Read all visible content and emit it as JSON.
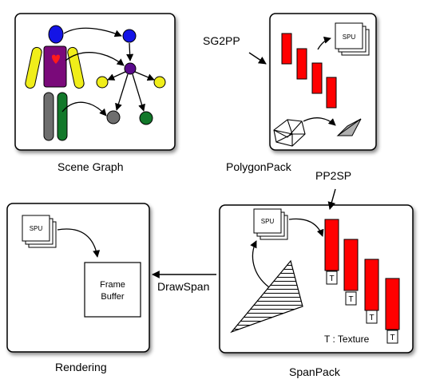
{
  "panels": {
    "scene_graph": {
      "caption": "Scene Graph"
    },
    "polygon_pack": {
      "caption": "PolygonPack",
      "spu_label": "SPU"
    },
    "span_pack": {
      "caption": "SpanPack",
      "spu_label": "SPU",
      "texture_marker": "T",
      "legend": "T : Texture"
    },
    "rendering": {
      "caption": "Rendering",
      "spu_label": "SPU",
      "frame_buffer_line1": "Frame",
      "frame_buffer_line2": "Buffer"
    }
  },
  "edges": {
    "sg2pp": "SG2PP",
    "pp2sp": "PP2SP",
    "drawspan": "DrawSpan"
  },
  "colors": {
    "node_blue": "#1414e6",
    "node_purple": "#5a0a8c",
    "node_yellow": "#f0ee1a",
    "node_gray": "#6e6e6e",
    "node_green": "#12782a",
    "torso": "#7a0a7a",
    "heart": "#ff1a1a",
    "polygon_red": "#ff0000",
    "triangle_gray": "#b0b0b0"
  }
}
